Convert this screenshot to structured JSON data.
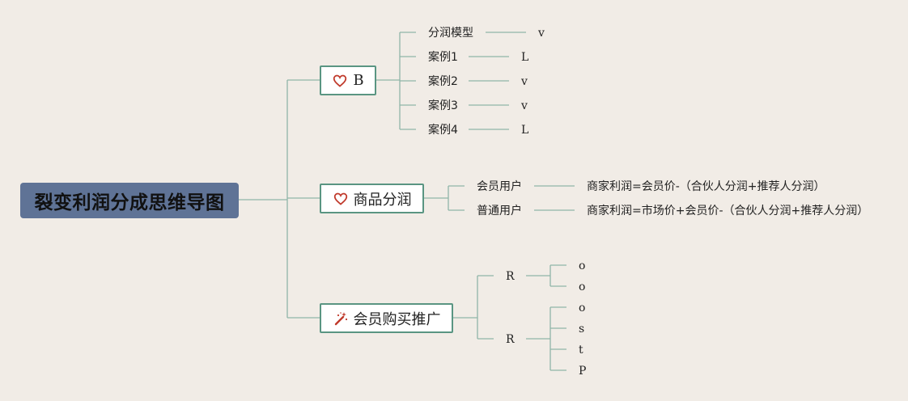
{
  "root": {
    "title": "裂变利润分成思维导图"
  },
  "branches": {
    "b": {
      "label": "B",
      "icon": "heart-icon",
      "children": [
        {
          "label": "分润模型",
          "value": "v"
        },
        {
          "label": "案例1",
          "value": "L"
        },
        {
          "label": "案例2",
          "value": "v"
        },
        {
          "label": "案例3",
          "value": "v"
        },
        {
          "label": "案例4",
          "value": "L"
        }
      ]
    },
    "goods": {
      "label": "商品分润",
      "icon": "heart-icon",
      "children": [
        {
          "label": "会员用户",
          "value": "商家利润=会员价-（合伙人分润+推荐人分润）"
        },
        {
          "label": "普通用户",
          "value": "商家利润=市场价+会员价-（合伙人分润+推荐人分润）"
        }
      ]
    },
    "member": {
      "label": "会员购买推广",
      "icon": "magic-wand-icon",
      "children": [
        {
          "label": "R",
          "items": [
            "o",
            "o"
          ]
        },
        {
          "label": "R",
          "items": [
            "o",
            "s",
            "t",
            "P"
          ]
        }
      ]
    }
  },
  "colors": {
    "background": "#f1ece6",
    "root_fill": "#5f7396",
    "branch_border": "#5a9582",
    "connector": "#8fb5a8",
    "icon": "#c0392b"
  }
}
